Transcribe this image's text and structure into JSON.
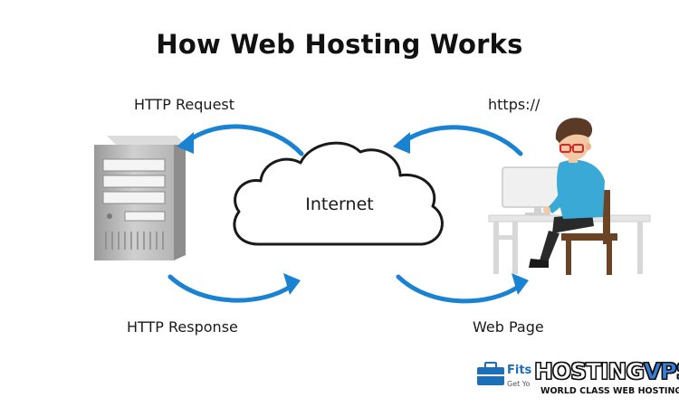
{
  "title": "How Web Hosting Works",
  "labels": {
    "http_request": "HTTP Request",
    "https": "https://",
    "internet": "Internet",
    "http_response": "HTTP Response",
    "web_page": "Web Page"
  },
  "watermark": {
    "prefix": "Fits",
    "tagline": "Get Yo",
    "brand_main": "HOSTING",
    "brand_accent": "VPS",
    "brand_sub": "WORLD CLASS WEB HOSTING"
  },
  "colors": {
    "arrow": "#1a82d2",
    "server": "#c4c4c4",
    "shirt": "#3aa9d6",
    "hair": "#5a3a26",
    "chair": "#6b4426",
    "desk": "#e2e2e2"
  },
  "icons": {
    "server": "server-tower-icon",
    "cloud": "cloud-icon",
    "user": "user-at-desk-icon",
    "briefcase": "briefcase-icon"
  }
}
